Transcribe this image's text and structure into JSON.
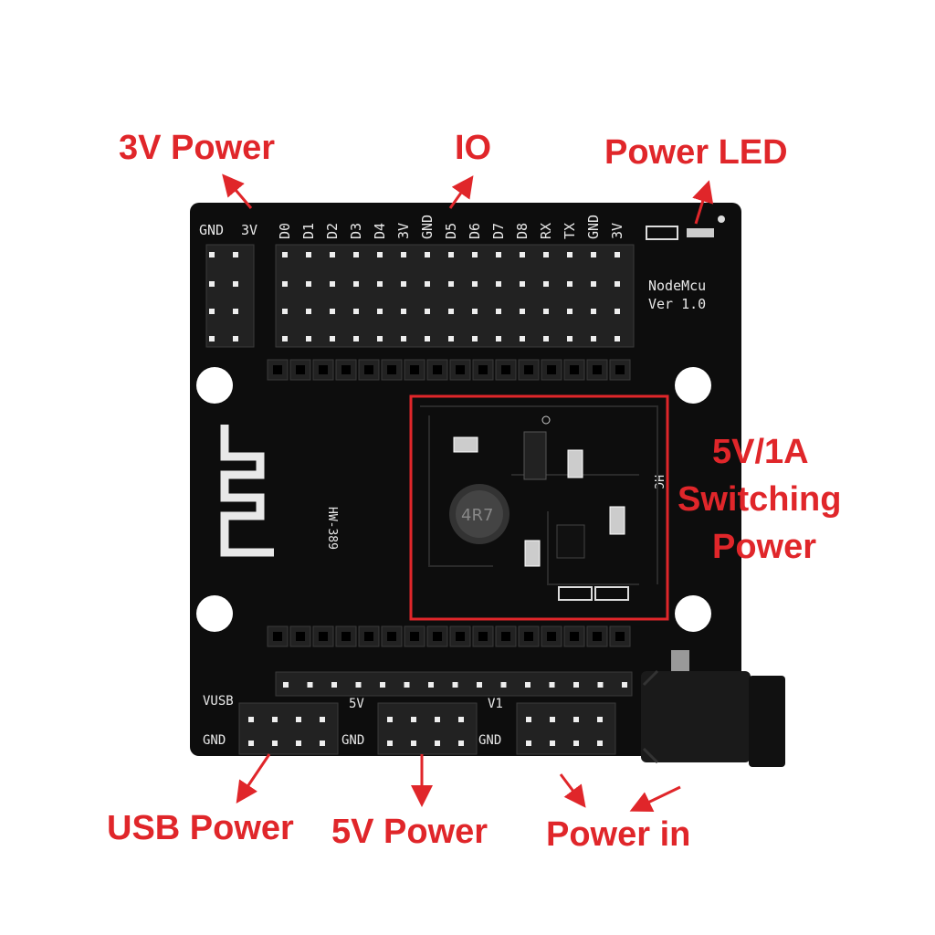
{
  "annotations": {
    "power_3v": "3V Power",
    "io": "IO",
    "power_led": "Power LED",
    "switching_line1": "5V/1A",
    "switching_line2": "Switching",
    "switching_line3": "Power",
    "usb_power": "USB Power",
    "power_5v": "5V Power",
    "power_in": "Power in"
  },
  "silkscreen": {
    "left_header": [
      "GND",
      "3V"
    ],
    "io_pins": [
      "D0",
      "D1",
      "D2",
      "D3",
      "D4",
      "3V",
      "GND",
      "D5",
      "D6",
      "D7",
      "D8",
      "RX",
      "TX",
      "GND",
      "3V"
    ],
    "board_name": "NodeMcu",
    "board_version": "Ver 1.0",
    "model": "HW-389",
    "hc": "HC",
    "inductor": "4R7",
    "vusb": "VUSB",
    "vusb_gnd": "GND",
    "v5": "5V",
    "v5_gnd": "GND",
    "v1": "V1",
    "v1_gnd": "GND"
  },
  "colors": {
    "annotation": "#e0262a",
    "board": "#0d0d0d",
    "silk": "#e8e8e8"
  }
}
